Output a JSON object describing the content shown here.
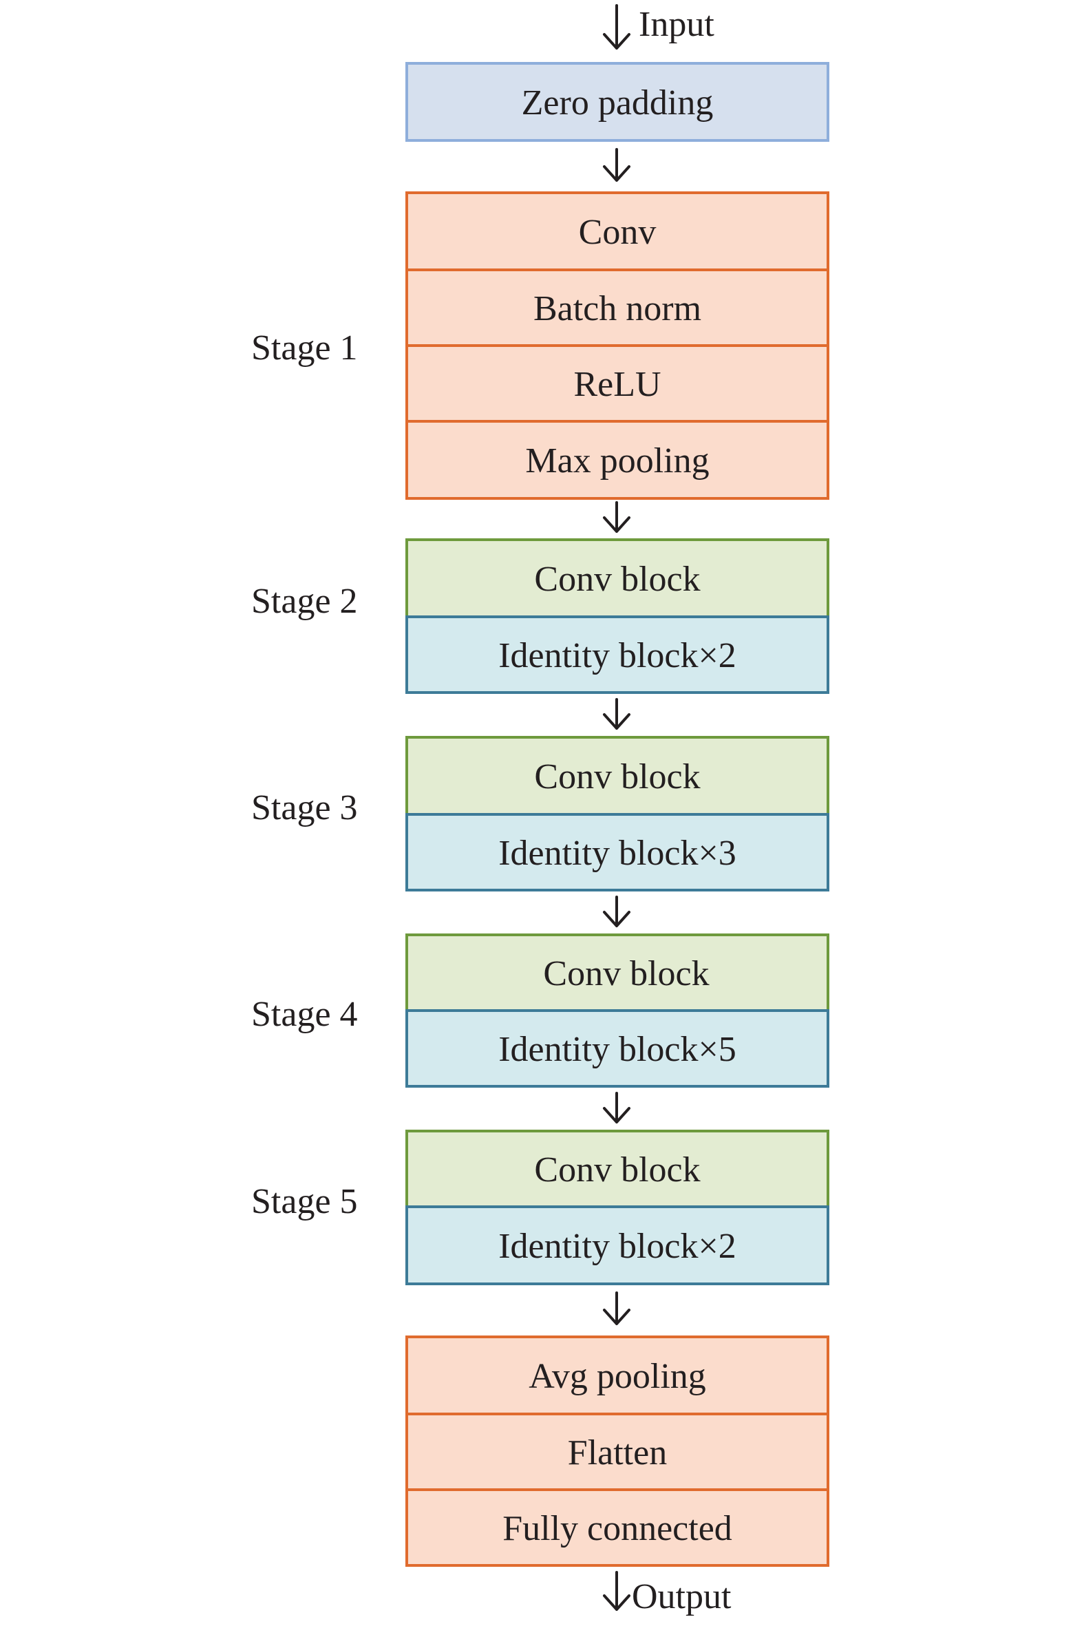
{
  "input_label": "Input",
  "output_label": "Output",
  "blocks": [
    {
      "label": "Zero padding",
      "kind": "blue"
    },
    {
      "label": "Conv",
      "kind": "orange"
    },
    {
      "label": "Batch norm",
      "kind": "orange"
    },
    {
      "label": "ReLU",
      "kind": "orange"
    },
    {
      "label": "Max pooling",
      "kind": "orange"
    },
    {
      "label": "Conv block",
      "kind": "green"
    },
    {
      "label": "Identity block×2",
      "kind": "cyan"
    },
    {
      "label": "Conv block",
      "kind": "green"
    },
    {
      "label": "Identity block×3",
      "kind": "cyan"
    },
    {
      "label": "Conv block",
      "kind": "green"
    },
    {
      "label": "Identity block×5",
      "kind": "cyan"
    },
    {
      "label": "Conv block",
      "kind": "green"
    },
    {
      "label": "Identity block×2",
      "kind": "cyan"
    },
    {
      "label": "Avg pooling",
      "kind": "orange"
    },
    {
      "label": "Flatten",
      "kind": "orange"
    },
    {
      "label": "Fully connected",
      "kind": "orange"
    }
  ],
  "stages": [
    "Stage 1",
    "Stage 2",
    "Stage 3",
    "Stage 4",
    "Stage 5"
  ],
  "colors": {
    "blue_fill": "#d6e0ee",
    "blue_stroke": "#8eaedb",
    "orange_fill": "#fbdccc",
    "orange_stroke": "#e06b2e",
    "green_fill": "#e3ecd2",
    "green_stroke": "#6e9a3d",
    "cyan_fill": "#d4eaee",
    "cyan_stroke": "#3d7b98"
  }
}
